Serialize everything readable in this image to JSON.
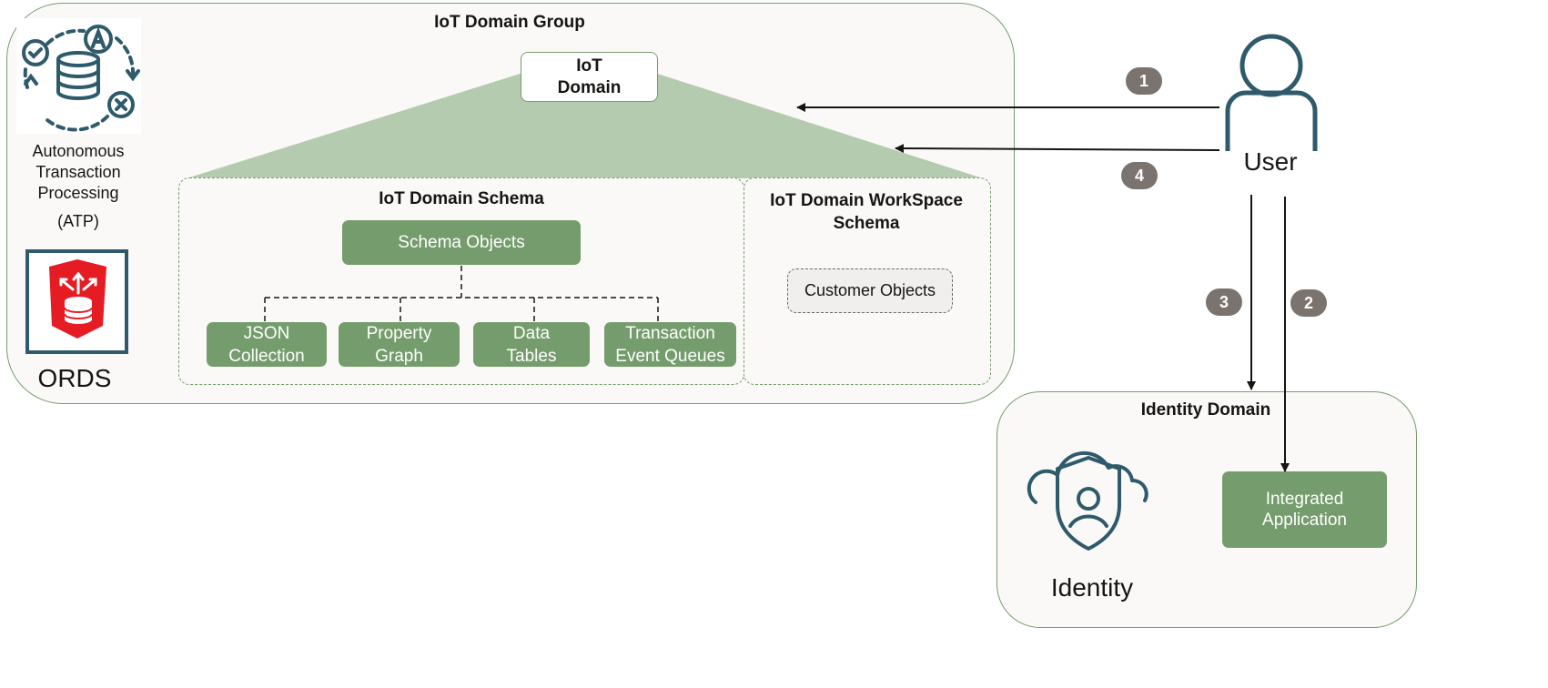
{
  "iot_group": {
    "title": "IoT Domain Group"
  },
  "iot_domain": {
    "label": "IoT\nDomain"
  },
  "atp": {
    "label": "Autonomous\nTransaction\nProcessing",
    "abbr": "(ATP)"
  },
  "ords": {
    "label": "ORDS"
  },
  "schema": {
    "title": "IoT Domain Schema",
    "objects_label": "Schema Objects",
    "children": [
      "JSON\nCollection",
      "Property\nGraph",
      "Data\nTables",
      "Transaction\nEvent Queues"
    ]
  },
  "workspace": {
    "title": "IoT Domain WorkSpace\nSchema",
    "customer_objects": "Customer Objects"
  },
  "user": {
    "label": "User"
  },
  "identity_domain": {
    "title": "Identity Domain",
    "identity_label": "Identity",
    "app_label": "Integrated\nApplication"
  },
  "steps": [
    "1",
    "2",
    "3",
    "4"
  ],
  "colors": {
    "green": "#759c6c",
    "light_green": "#b5cbb0",
    "teal": "#2f5a6b",
    "badge": "#7a736e",
    "red": "#e51c23"
  }
}
